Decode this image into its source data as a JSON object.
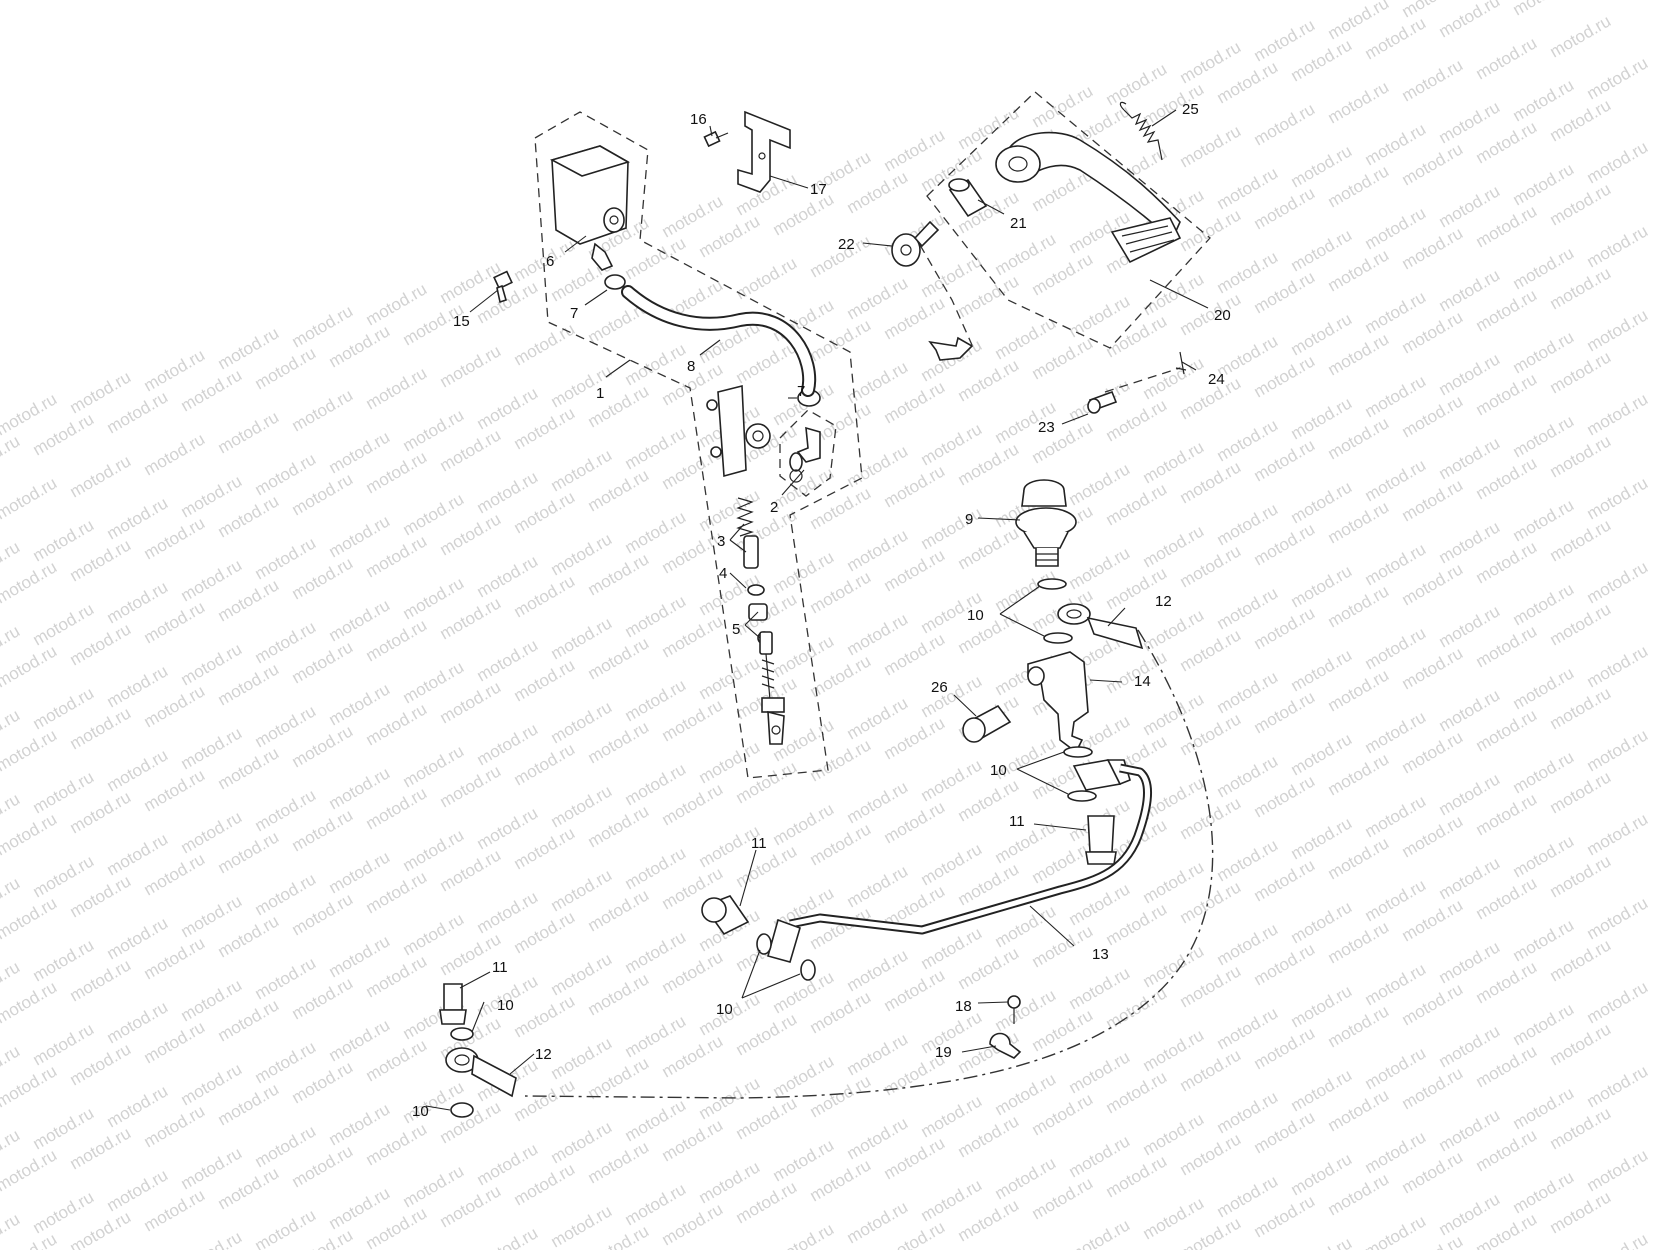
{
  "watermark_text": "motod.ru",
  "callouts": [
    {
      "id": "c1",
      "text": "1"
    },
    {
      "id": "c2",
      "text": "2"
    },
    {
      "id": "c3",
      "text": "3"
    },
    {
      "id": "c4",
      "text": "4"
    },
    {
      "id": "c5",
      "text": "5"
    },
    {
      "id": "c6",
      "text": "6"
    },
    {
      "id": "c7a",
      "text": "7"
    },
    {
      "id": "c7b",
      "text": "7"
    },
    {
      "id": "c8",
      "text": "8"
    },
    {
      "id": "c9",
      "text": "9"
    },
    {
      "id": "c10a",
      "text": "10"
    },
    {
      "id": "c10b",
      "text": "10"
    },
    {
      "id": "c10c",
      "text": "10"
    },
    {
      "id": "c10d",
      "text": "10"
    },
    {
      "id": "c10e",
      "text": "10"
    },
    {
      "id": "c11a",
      "text": "11"
    },
    {
      "id": "c11b",
      "text": "11"
    },
    {
      "id": "c11c",
      "text": "11"
    },
    {
      "id": "c12a",
      "text": "12"
    },
    {
      "id": "c12b",
      "text": "12"
    },
    {
      "id": "c13",
      "text": "13"
    },
    {
      "id": "c14",
      "text": "14"
    },
    {
      "id": "c15",
      "text": "15"
    },
    {
      "id": "c16",
      "text": "16"
    },
    {
      "id": "c17",
      "text": "17"
    },
    {
      "id": "c18",
      "text": "18"
    },
    {
      "id": "c19",
      "text": "19"
    },
    {
      "id": "c20",
      "text": "20"
    },
    {
      "id": "c21",
      "text": "21"
    },
    {
      "id": "c22",
      "text": "22"
    },
    {
      "id": "c23",
      "text": "23"
    },
    {
      "id": "c24",
      "text": "24"
    },
    {
      "id": "c25",
      "text": "25"
    },
    {
      "id": "c26",
      "text": "26"
    }
  ]
}
